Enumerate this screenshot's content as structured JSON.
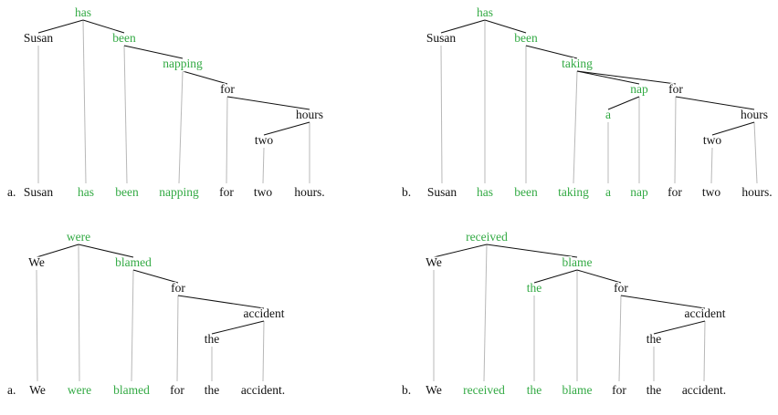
{
  "colors": {
    "green": "#33aa44",
    "black": "#111111",
    "edge": "#111111",
    "proj": "#b8b8b8"
  },
  "trees": [
    {
      "id": "tree-1a",
      "label": "a.",
      "nodes": [
        {
          "id": "has",
          "text": "has",
          "green": true,
          "parent": null
        },
        {
          "id": "susan",
          "text": "Susan",
          "green": false,
          "parent": "has"
        },
        {
          "id": "been",
          "text": "been",
          "green": true,
          "parent": "has"
        },
        {
          "id": "napping",
          "text": "napping",
          "green": true,
          "parent": "been"
        },
        {
          "id": "for",
          "text": "for",
          "green": false,
          "parent": "napping"
        },
        {
          "id": "hours",
          "text": "hours",
          "green": false,
          "parent": "for"
        },
        {
          "id": "two",
          "text": "two",
          "green": false,
          "parent": "hours"
        }
      ],
      "sentence": [
        {
          "node": "susan",
          "text": "Susan"
        },
        {
          "node": "has",
          "text": "has"
        },
        {
          "node": "been",
          "text": "been"
        },
        {
          "node": "napping",
          "text": "napping"
        },
        {
          "node": "for",
          "text": "for"
        },
        {
          "node": "two",
          "text": "two"
        },
        {
          "node": "hours",
          "text": "hours."
        }
      ]
    },
    {
      "id": "tree-1b",
      "label": "b.",
      "nodes": [
        {
          "id": "has",
          "text": "has",
          "green": true,
          "parent": null
        },
        {
          "id": "susan",
          "text": "Susan",
          "green": false,
          "parent": "has"
        },
        {
          "id": "been",
          "text": "been",
          "green": true,
          "parent": "has"
        },
        {
          "id": "taking",
          "text": "taking",
          "green": true,
          "parent": "been"
        },
        {
          "id": "nap",
          "text": "nap",
          "green": true,
          "parent": "taking"
        },
        {
          "id": "a",
          "text": "a",
          "green": true,
          "parent": "nap"
        },
        {
          "id": "for",
          "text": "for",
          "green": false,
          "parent": "taking"
        },
        {
          "id": "hours",
          "text": "hours",
          "green": false,
          "parent": "for"
        },
        {
          "id": "two",
          "text": "two",
          "green": false,
          "parent": "hours"
        }
      ],
      "sentence": [
        {
          "node": "susan",
          "text": "Susan"
        },
        {
          "node": "has",
          "text": "has"
        },
        {
          "node": "been",
          "text": "been"
        },
        {
          "node": "taking",
          "text": "taking"
        },
        {
          "node": "a",
          "text": "a"
        },
        {
          "node": "nap",
          "text": "nap"
        },
        {
          "node": "for",
          "text": "for"
        },
        {
          "node": "two",
          "text": "two"
        },
        {
          "node": "hours",
          "text": "hours."
        }
      ]
    },
    {
      "id": "tree-2a",
      "label": "a.",
      "nodes": [
        {
          "id": "were",
          "text": "were",
          "green": true,
          "parent": null
        },
        {
          "id": "we",
          "text": "We",
          "green": false,
          "parent": "were"
        },
        {
          "id": "blamed",
          "text": "blamed",
          "green": true,
          "parent": "were"
        },
        {
          "id": "for",
          "text": "for",
          "green": false,
          "parent": "blamed"
        },
        {
          "id": "accident",
          "text": "accident",
          "green": false,
          "parent": "for"
        },
        {
          "id": "the",
          "text": "the",
          "green": false,
          "parent": "accident"
        }
      ],
      "sentence": [
        {
          "node": "we",
          "text": "We"
        },
        {
          "node": "were",
          "text": "were"
        },
        {
          "node": "blamed",
          "text": "blamed"
        },
        {
          "node": "for",
          "text": "for"
        },
        {
          "node": "the",
          "text": "the"
        },
        {
          "node": "accident",
          "text": "accident."
        }
      ]
    },
    {
      "id": "tree-2b",
      "label": "b.",
      "nodes": [
        {
          "id": "received",
          "text": "received",
          "green": true,
          "parent": null
        },
        {
          "id": "we",
          "text": "We",
          "green": false,
          "parent": "received"
        },
        {
          "id": "blame",
          "text": "blame",
          "green": true,
          "parent": "received"
        },
        {
          "id": "the1",
          "text": "the",
          "green": true,
          "parent": "blame"
        },
        {
          "id": "for",
          "text": "for",
          "green": false,
          "parent": "blame"
        },
        {
          "id": "accident",
          "text": "accident",
          "green": false,
          "parent": "for"
        },
        {
          "id": "the2",
          "text": "the",
          "green": false,
          "parent": "accident"
        }
      ],
      "sentence": [
        {
          "node": "we",
          "text": "We"
        },
        {
          "node": "received",
          "text": "received"
        },
        {
          "node": "the1",
          "text": "the"
        },
        {
          "node": "blame",
          "text": "blame"
        },
        {
          "node": "for",
          "text": "for"
        },
        {
          "node": "the2",
          "text": "the"
        },
        {
          "node": "accident",
          "text": "accident."
        }
      ]
    }
  ]
}
